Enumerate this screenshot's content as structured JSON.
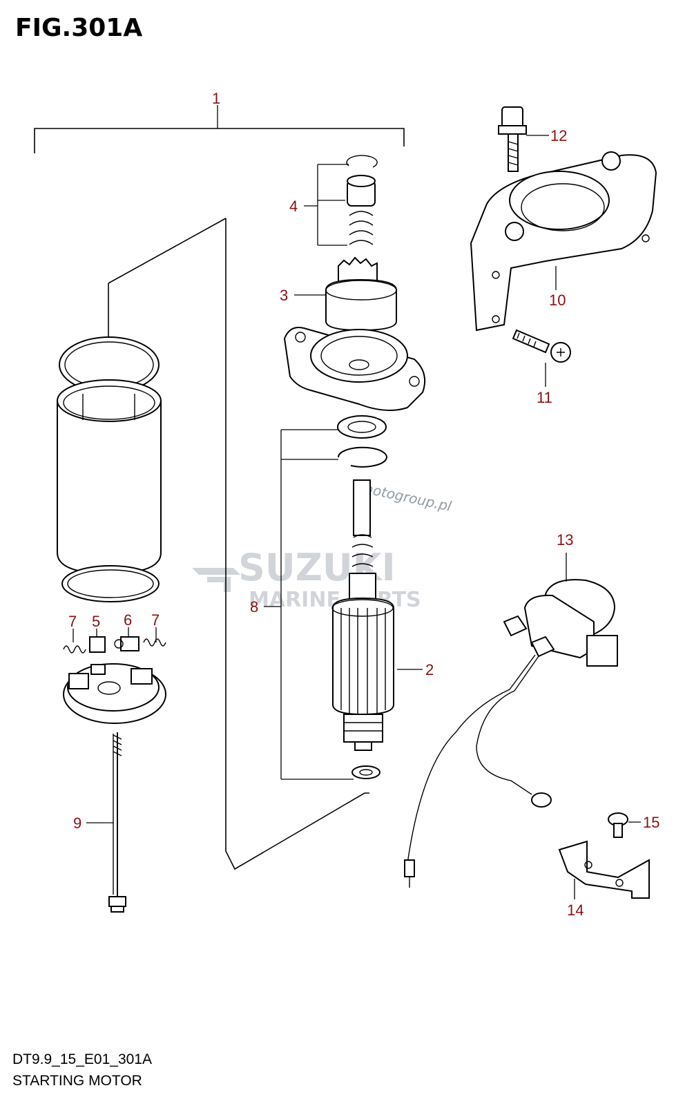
{
  "figure": {
    "title": "FIG.301A",
    "code": "DT9.9_15_E01_301A",
    "caption": "STARTING MOTOR"
  },
  "callouts": [
    "1",
    "2",
    "3",
    "4",
    "5",
    "6",
    "7",
    "7",
    "8",
    "9",
    "10",
    "11",
    "12",
    "13",
    "14",
    "15"
  ],
  "watermark": {
    "brand": "SUZUKI",
    "subtitle": "MARINE PARTS",
    "site": "motogroup.pl",
    "brand_color": "#c9cdd3"
  },
  "colors": {
    "callout": "#8b0f0f",
    "line": "#000000",
    "background": "#ffffff"
  }
}
